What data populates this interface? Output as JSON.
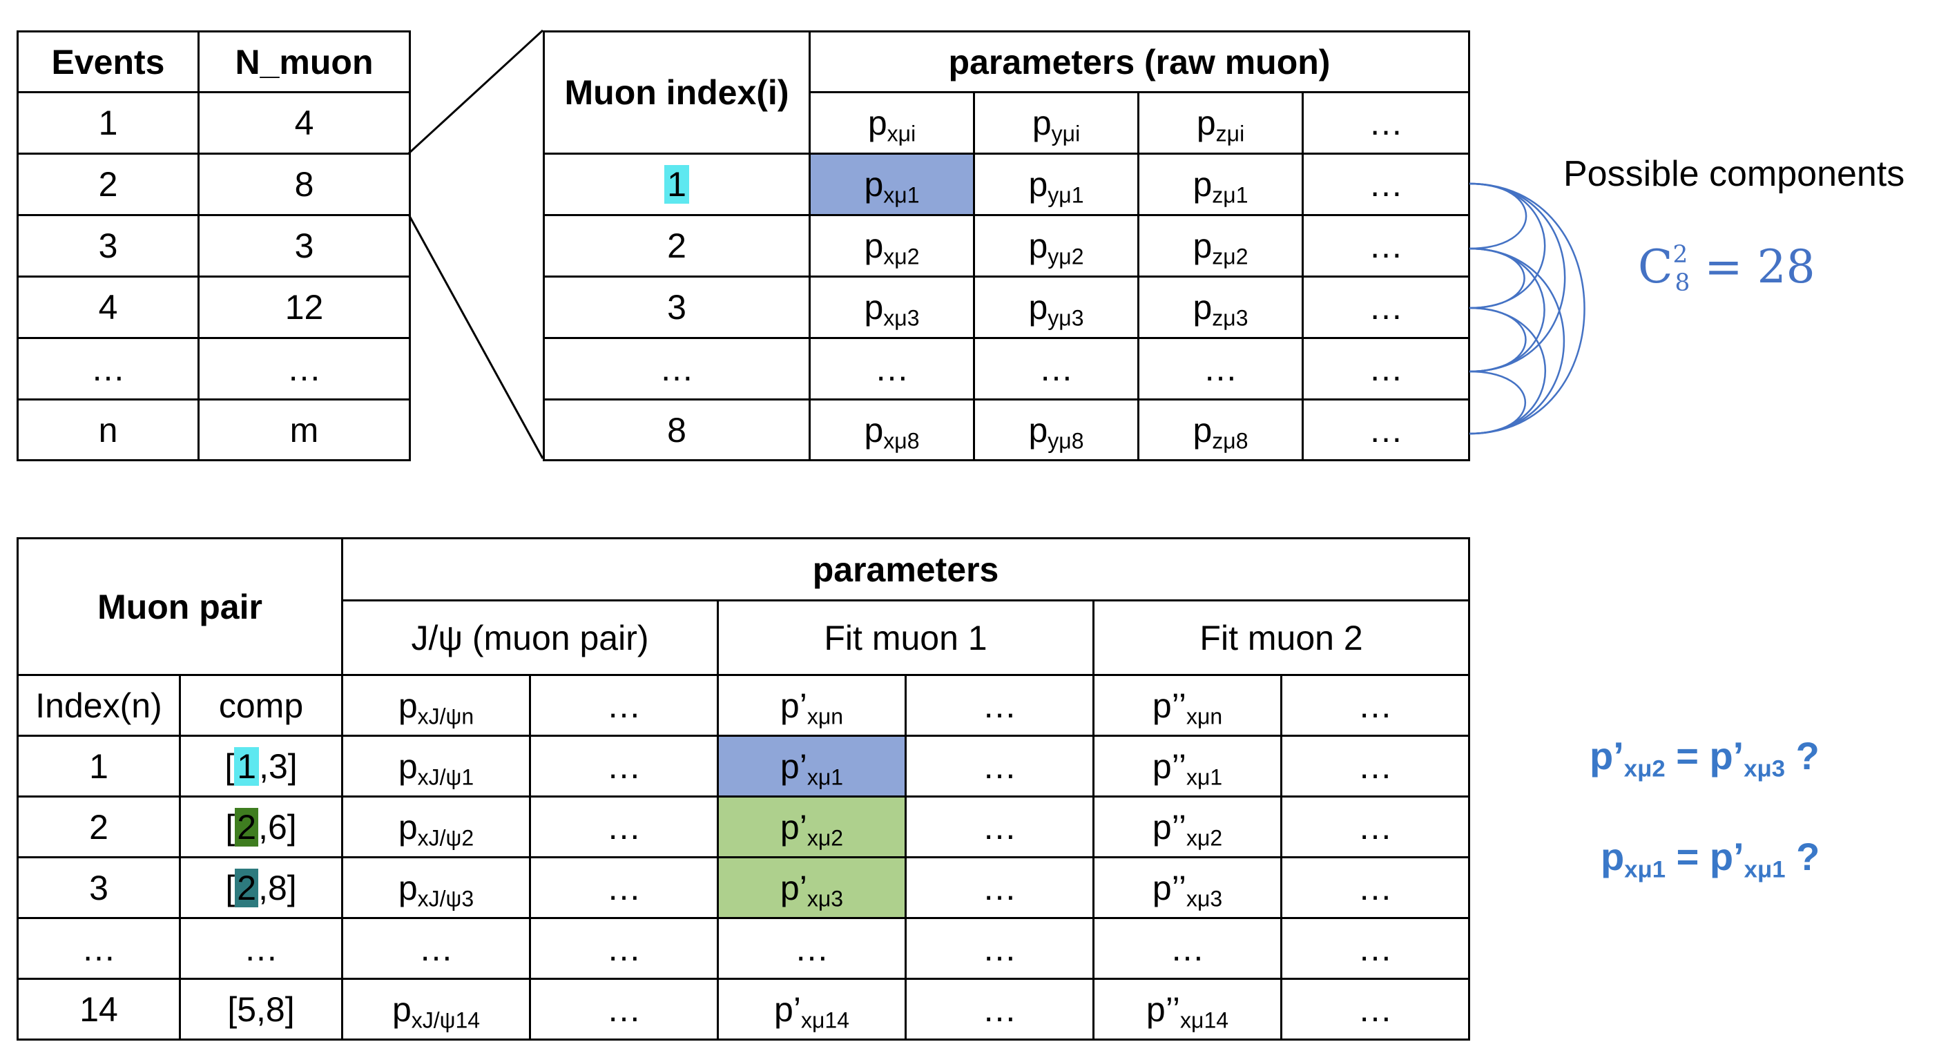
{
  "events_table": {
    "headers": [
      "Events",
      "N_muon"
    ],
    "rows": [
      [
        "1",
        "4"
      ],
      [
        "2",
        "8"
      ],
      [
        "3",
        "3"
      ],
      [
        "4",
        "12"
      ],
      [
        "…",
        "…"
      ],
      [
        "n",
        "m"
      ]
    ]
  },
  "raw_table": {
    "index_header": "Muon index(i)",
    "params_header": "parameters (raw muon)",
    "sub_headers": [
      {
        "base": "p",
        "sub": "xμi"
      },
      {
        "base": "p",
        "sub": "yμi"
      },
      {
        "base": "p",
        "sub": "zμi"
      },
      {
        "base": "…",
        "sub": ""
      }
    ],
    "rows": [
      {
        "index": "1",
        "px": "xμ1",
        "py": "yμ1",
        "pz": "zμ1",
        "more": "…"
      },
      {
        "index": "2",
        "px": "xμ2",
        "py": "yμ2",
        "pz": "zμ2",
        "more": "…"
      },
      {
        "index": "3",
        "px": "xμ3",
        "py": "yμ3",
        "pz": "zμ3",
        "more": "…"
      },
      {
        "index": "…",
        "px": "",
        "py": "",
        "pz": "",
        "more": "…"
      },
      {
        "index": "8",
        "px": "xμ8",
        "py": "yμ8",
        "pz": "zμ8",
        "more": "…"
      }
    ],
    "p": "p",
    "ellipsis": "…"
  },
  "side": {
    "possible_components": "Possible components",
    "combo_letter": "C",
    "combo_sup": "2",
    "combo_sub": "8",
    "combo_rest": "= 28",
    "q1": {
      "a": "p’",
      "a_sub": "xμ2",
      "eq": "=",
      "b": "p’",
      "b_sub": "xμ3",
      "mark": "?"
    },
    "q2": {
      "a": "p",
      "a_sub": "xμ1",
      "eq": "=",
      "b": "p’",
      "b_sub": "xμ1",
      "mark": "?"
    }
  },
  "pair_table": {
    "muon_pair": "Muon pair",
    "parameters": "parameters",
    "groups": [
      "J/ψ (muon pair)",
      "Fit muon 1",
      "Fit muon 2"
    ],
    "col_index": "Index(n)",
    "col_comp": "comp",
    "h_jpsi": {
      "base": "p",
      "sub": "xJ/ψn"
    },
    "h_fit1": {
      "base": "p’",
      "sub": "xμn"
    },
    "h_fit2": {
      "base": "p’’",
      "sub": "xμn"
    },
    "ellipsis": "…",
    "rows": [
      {
        "index": "1",
        "comp_open": "[",
        "comp_a": "1",
        "comp_rest": ",3]",
        "jpsi": "xJ/ψ1",
        "f1": "xμ1",
        "f2": "xμ1"
      },
      {
        "index": "2",
        "comp_open": "[",
        "comp_a": "2",
        "comp_rest": ",6]",
        "jpsi": "xJ/ψ2",
        "f1": "xμ2",
        "f2": "xμ2"
      },
      {
        "index": "3",
        "comp_open": "[",
        "comp_a": "2",
        "comp_rest": ",8]",
        "jpsi": "xJ/ψ3",
        "f1": "xμ3",
        "f2": "xμ3"
      },
      {
        "index": "14",
        "comp": "[5,8]",
        "jpsi": "xJ/ψ14",
        "f1": "xμ14",
        "f2": "xμ14"
      }
    ]
  },
  "colors": {
    "blue_fill": "#8fa6d8",
    "green_fill": "#aed08d",
    "cyan_highlight": "#5ee8f0",
    "dark_green_highlight": "#3f7d20",
    "teal_highlight": "#2d7a7e",
    "accent_blue": "#4472c4"
  }
}
